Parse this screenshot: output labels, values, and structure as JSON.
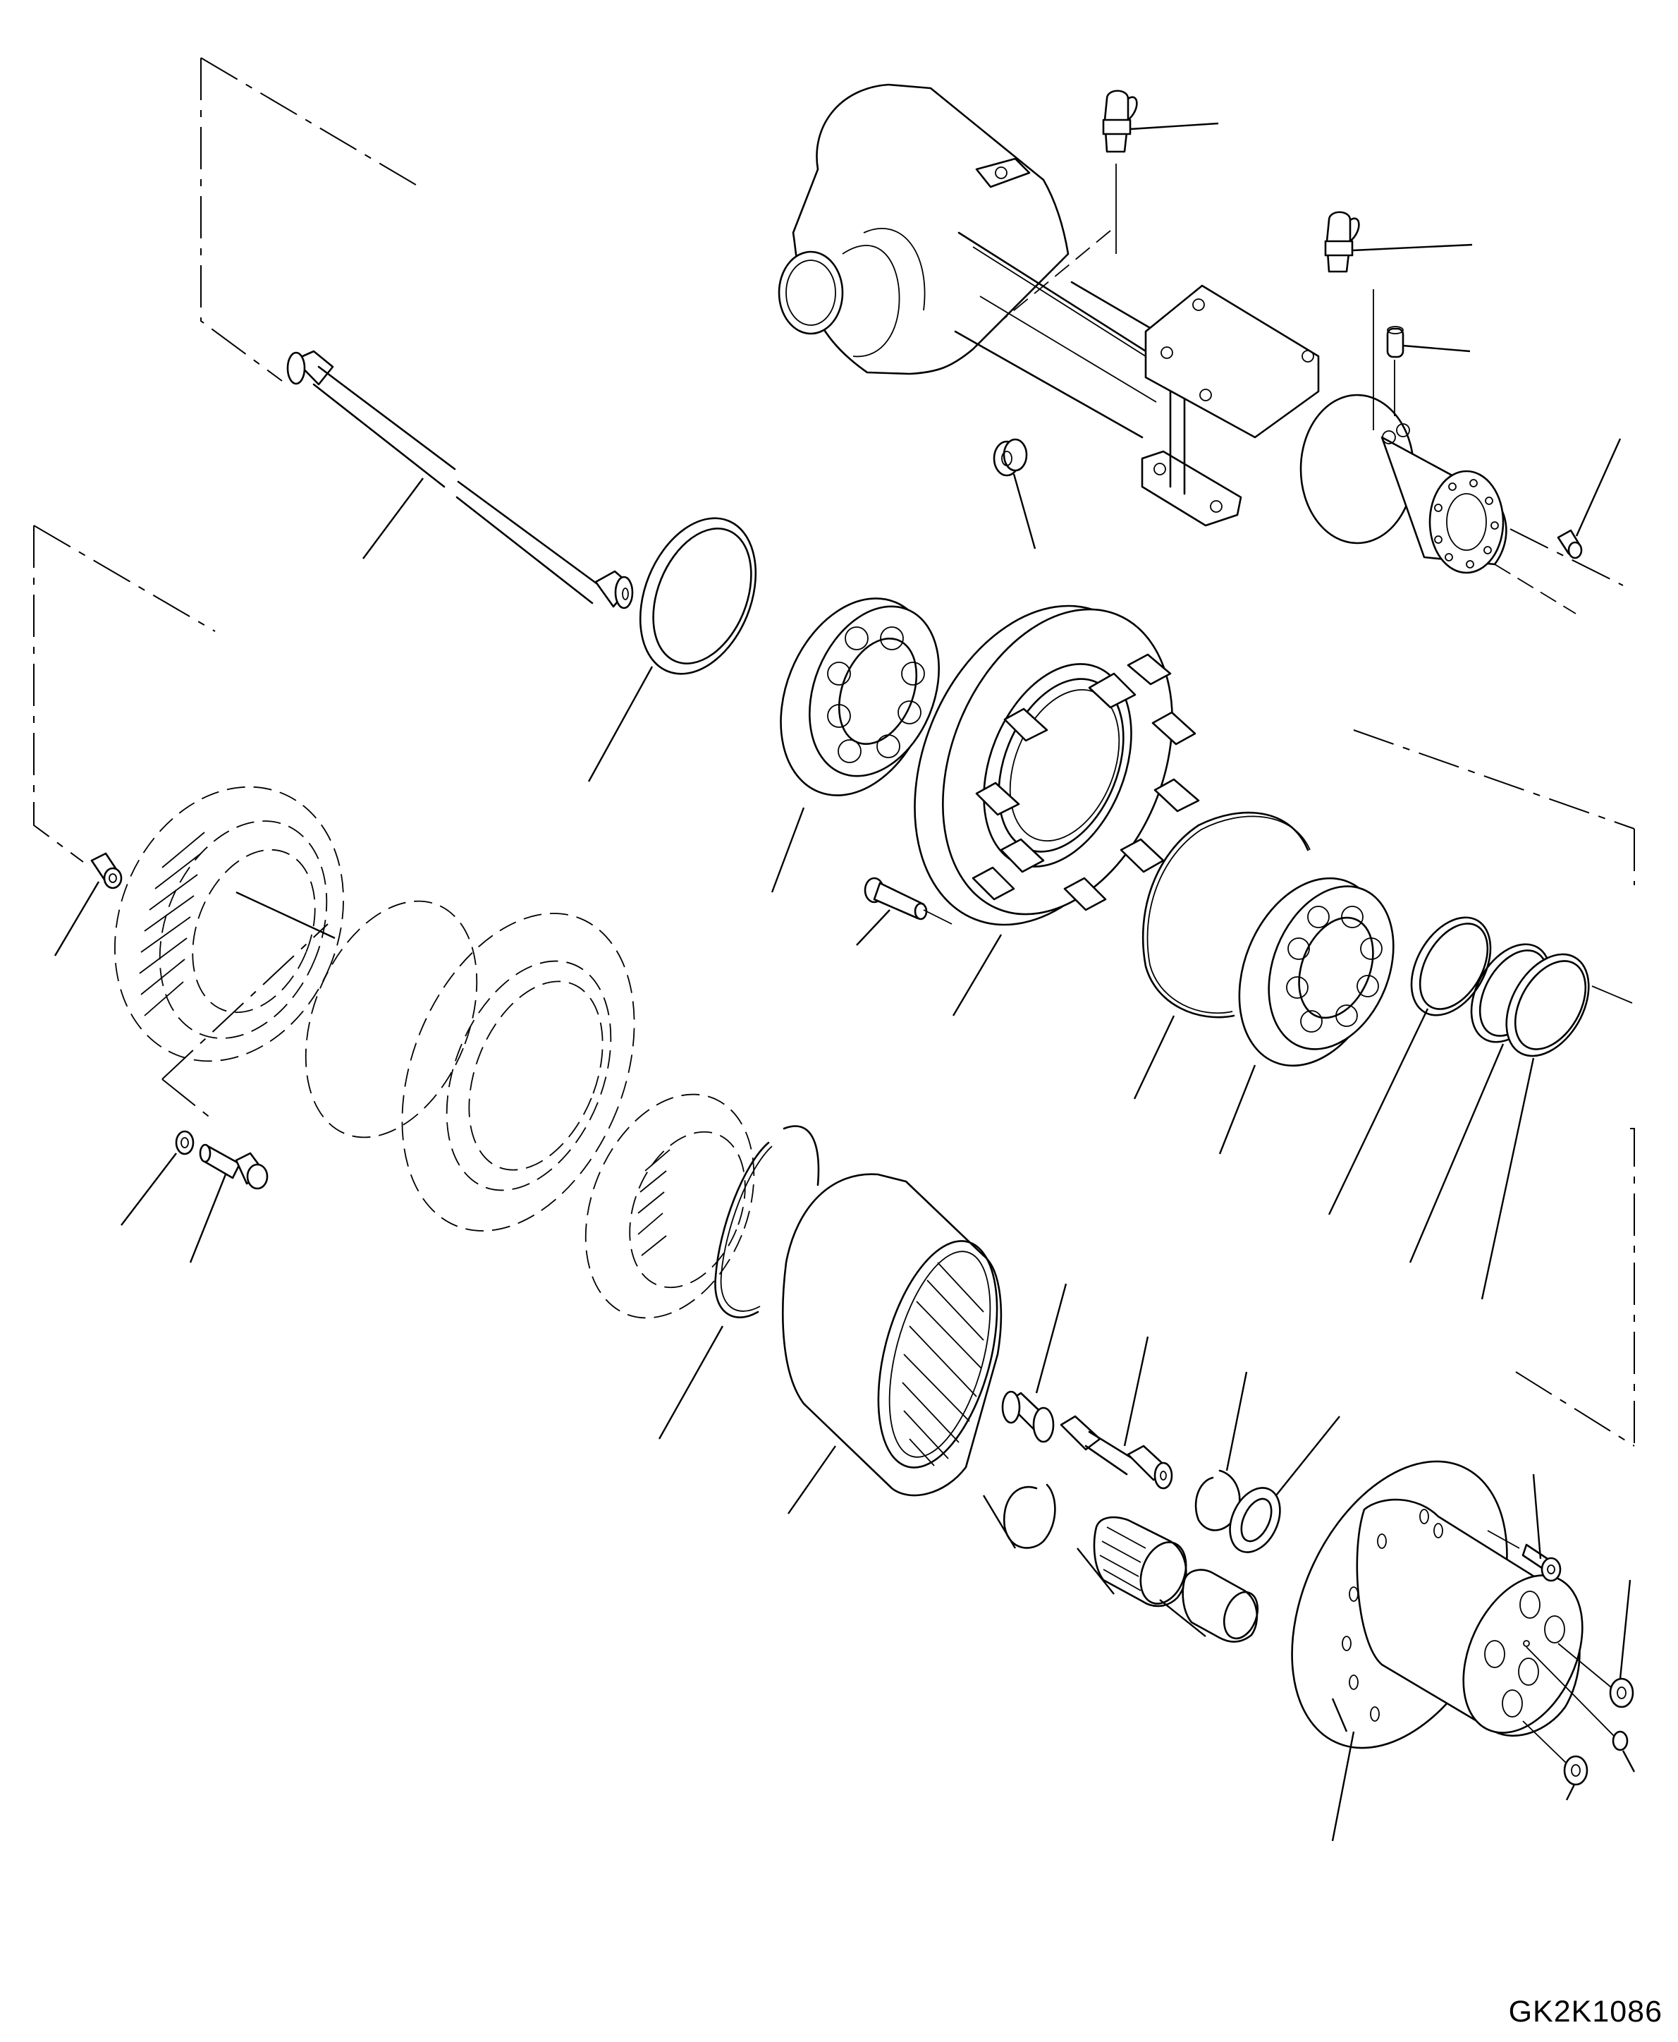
{
  "document": {
    "type": "exploded parts diagram",
    "subject": "Final drive / axle housing planetary assembly",
    "drawing_id": "GK2K1086",
    "background": "#ffffff",
    "line_color": "#000000"
  },
  "components": [
    {
      "id": "axle-housing",
      "label": "Axle housing",
      "leader_end": [
        1478,
        268
      ]
    },
    {
      "id": "breather-1",
      "label": "Breather",
      "leader_end": [
        1728,
        175
      ]
    },
    {
      "id": "breather-2",
      "label": "Breather",
      "leader_end": [
        2088,
        347
      ]
    },
    {
      "id": "plug-housing-top",
      "label": "Plug",
      "leader_end": [
        2085,
        498
      ]
    },
    {
      "id": "plug-housing-side",
      "label": "Plug",
      "leader_end": [
        1468,
        778
      ]
    },
    {
      "id": "dowel-pin-right",
      "label": "Dowel pin",
      "leader_end": [
        2298,
        622
      ]
    },
    {
      "id": "axle-shaft",
      "label": "Axle shaft",
      "leader_end": [
        515,
        792
      ]
    },
    {
      "id": "seal-ring",
      "label": "Seal ring",
      "leader_end": [
        835,
        1108
      ]
    },
    {
      "id": "inner-bearing",
      "label": "Bearing",
      "leader_end": [
        1095,
        1265
      ]
    },
    {
      "id": "hub-bolt",
      "label": "Bolt",
      "leader_end": [
        1215,
        1340
      ]
    },
    {
      "id": "wheel-hub",
      "label": "Wheel hub",
      "leader_end": [
        1352,
        1440
      ]
    },
    {
      "id": "hub-o-ring",
      "label": "O-ring",
      "leader_end": [
        1609,
        1558
      ]
    },
    {
      "id": "outer-bearing",
      "label": "Bearing",
      "leader_end": [
        1730,
        1636
      ]
    },
    {
      "id": "o-ring-1",
      "label": "O-ring",
      "leader_end": [
        1885,
        1722
      ]
    },
    {
      "id": "o-ring-2",
      "label": "O-ring",
      "leader_end": [
        2000,
        1790
      ]
    },
    {
      "id": "o-ring-3",
      "label": "O-ring",
      "leader_end": [
        2102,
        1842
      ]
    },
    {
      "id": "dowel-pin-left",
      "label": "Dowel pin",
      "leader_end": [
        78,
        1355
      ]
    },
    {
      "id": "washer",
      "label": "Washer",
      "leader_end": [
        172,
        1737
      ]
    },
    {
      "id": "bolt-left",
      "label": "Bolt",
      "leader_end": [
        270,
        1790
      ]
    },
    {
      "id": "snap-ring-large",
      "label": "Snap ring",
      "leader_end": [
        935,
        2040
      ]
    },
    {
      "id": "ring-gear",
      "label": "Ring gear",
      "leader_end": [
        1118,
        2146
      ]
    },
    {
      "id": "bushing",
      "label": "Bushing",
      "leader_end": [
        1512,
        1820
      ]
    },
    {
      "id": "sun-gear-shaft",
      "label": "Sun gear shaft",
      "leader_end": [
        1628,
        1895
      ]
    },
    {
      "id": "snap-ring-small",
      "label": "Snap ring",
      "leader_end": [
        1768,
        1945
      ]
    },
    {
      "id": "thrust-washer",
      "label": "Thrust washer",
      "leader_end": [
        1900,
        2008
      ]
    },
    {
      "id": "planet-snap-ring",
      "label": "Snap ring",
      "leader_end": [
        1395,
        2120
      ]
    },
    {
      "id": "planet-gear",
      "label": "Planet gear",
      "leader_end": [
        1528,
        2195
      ]
    },
    {
      "id": "needle-bearing",
      "label": "Needle bearing",
      "leader_end": [
        1645,
        2268
      ]
    },
    {
      "id": "planet-carrier",
      "label": "Planet carrier",
      "leader_end": [
        1890,
        2408
      ]
    },
    {
      "id": "carrier-bolt",
      "label": "Bolt",
      "leader_end": [
        2175,
        2090
      ]
    },
    {
      "id": "drain-plug-1",
      "label": "Plug",
      "leader_end": [
        2312,
        2240
      ]
    },
    {
      "id": "level-plug",
      "label": "Plug",
      "leader_end": [
        2318,
        2512
      ]
    },
    {
      "id": "drain-plug-2",
      "label": "Plug",
      "leader_end": [
        2222,
        2552
      ]
    }
  ],
  "assembly_frames": [
    {
      "id": "frame-top-left",
      "style": "dash-dot"
    },
    {
      "id": "frame-left",
      "style": "dash-dot"
    },
    {
      "id": "frame-right",
      "style": "dash-dot"
    },
    {
      "id": "frame-bottom-right",
      "style": "dash-dot"
    }
  ]
}
